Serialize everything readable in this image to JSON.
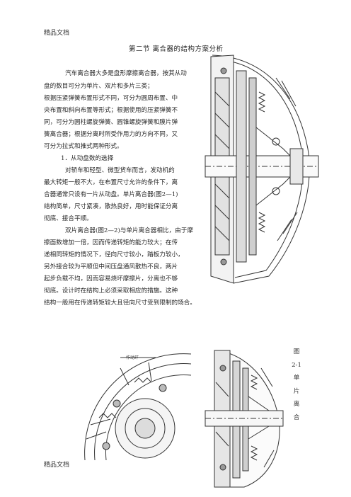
{
  "header": {
    "label": "精品文档"
  },
  "footer": {
    "label": "精品文档"
  },
  "section": {
    "title": "第二节    离合器的结构方案分析"
  },
  "body": {
    "block1": [
      "汽车离合器大多是盘形摩擦离合器，按其从动",
      "盘的数目可分为单片、双片和多片三类；",
      "根据压紧弹簧布置形式不同，可分为圆周布置、中",
      "央布置和斜向布置等形式；根据使用的压紧弹簧不",
      "同，可分为圆柱螺旋弹簧、圆锥螺旋弹簧和膜片弹",
      "簧离合器；根据分离时所受作用力的方向不同，又",
      "可分为拉式和推式两种形式。"
    ],
    "heading1": "1．从动盘数的选择",
    "block2": [
      "对轿车和轻型、微型货车而言，发动机的",
      "最大转矩一般不大，在布置尺寸允许的条件下，离",
      "合器通常只设有一片从动盘。单片离合器(图2—1)",
      "结构简单，尺寸紧凑，散热良好，用时能保证分离",
      "彻底、接合平顺。"
    ],
    "block3": [
      "双片离合器(图2—2)与单片离合器相比，由于摩",
      "擦面数增加一倍，因而传递转矩的能力较大；在传",
      "递相同转矩的情况下，径向尺寸较小，踏板力较小，",
      "另外接合较为平顺但中间压盘通风散热不良，两片",
      "起步负载不均，因而容易烧坏摩擦片，分离也不够",
      "彻底。设计时在结构上必须采取相应的措施。这种",
      "结构一般用在传递转矩较大且径向尺寸受到限制的场合。"
    ]
  },
  "figure": {
    "caption_chars": [
      "图",
      "2-1",
      "单",
      "片",
      "离",
      "合"
    ],
    "label": "作动环"
  }
}
